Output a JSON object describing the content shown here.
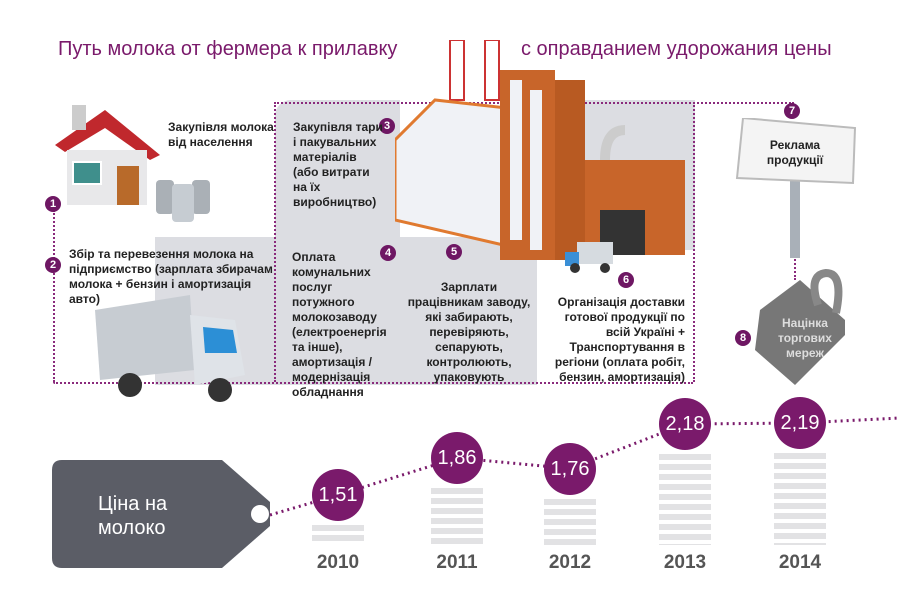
{
  "title_left": "Путь молока от фермера к прилавку",
  "title_right": "с оправданием удорожания цены",
  "steps": [
    {
      "num": "1",
      "text": "Закупівля молока від населення"
    },
    {
      "num": "2",
      "text": "Збір та перевезення молока на підприємство (зарплата збирачам молока + бензин і амортизація авто)"
    },
    {
      "num": "3",
      "text": "Закупівля тари і пакувальних матеріалів (або витрати на їх виробництво)"
    },
    {
      "num": "4",
      "text": "Оплата комунальних послуг потужного молокозаводу (електроенергія та інше), амортизація / модернізація обладнання"
    },
    {
      "num": "5",
      "text": "Зарплати працівникам заводу, які забирають, перевіряють, сепарують, контролюють, упаковують"
    },
    {
      "num": "6",
      "text": "Організація доставки готової продукції по всій Україні + Транспортування в регіони (оплата робіт, бензин, амортизація)"
    },
    {
      "num": "7",
      "text": "Реклама продукції"
    },
    {
      "num": "8",
      "text": "Націнка торгових мереж"
    }
  ],
  "price_tag": "Ціна на молоко",
  "chart_data": {
    "type": "line",
    "title": "Ціна на молоко",
    "categories": [
      "2010",
      "2011",
      "2012",
      "2013",
      "2014"
    ],
    "values": [
      1.51,
      1.86,
      1.76,
      2.18,
      2.19
    ],
    "labels": [
      "1,51",
      "1,86",
      "1,76",
      "2,18",
      "2,19"
    ]
  },
  "colors": {
    "accent": "#7a1a6b",
    "panel": "#dcdde2",
    "tag": "#5b5d66"
  }
}
